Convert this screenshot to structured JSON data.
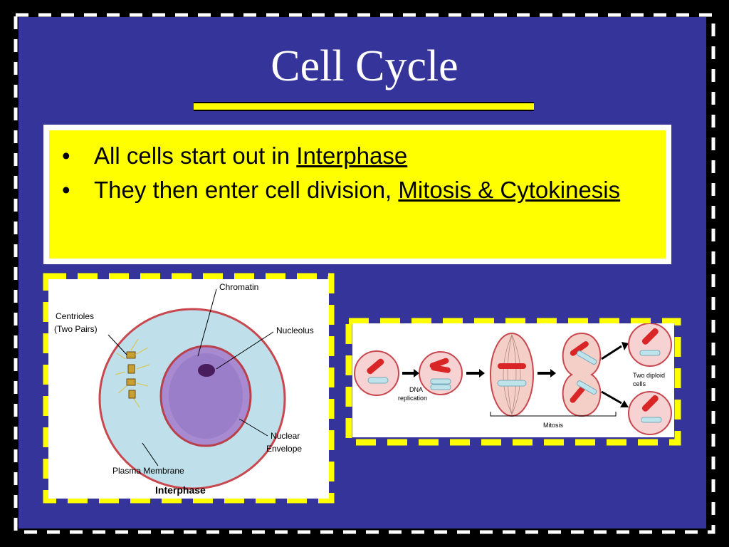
{
  "slide": {
    "title": "Cell Cycle",
    "bullets": [
      {
        "text": "All cells start out in ",
        "link": "Interphase"
      },
      {
        "text": "They then enter cell division, ",
        "link": "Mitosis & Cytokinesis"
      }
    ],
    "bullet_char": "•",
    "accent_color": "#ffff00",
    "background_color": "#34349a"
  },
  "interphase_diagram": {
    "labels": {
      "chromatin": "Chromatin",
      "centrioles_1": "Centrioles",
      "centrioles_2": "(Two Pairs)",
      "nucleolus": "Nucleolus",
      "nuclear_1": "Nuclear",
      "nuclear_2": "Envelope",
      "plasma": "Plasma Membrane",
      "caption": "Interphase"
    }
  },
  "mitosis_diagram": {
    "labels": {
      "dna_1": "DNA",
      "dna_2": "replication",
      "two_1": "Two diploid",
      "two_2": "cells",
      "mitosis": "Mitosis"
    }
  }
}
